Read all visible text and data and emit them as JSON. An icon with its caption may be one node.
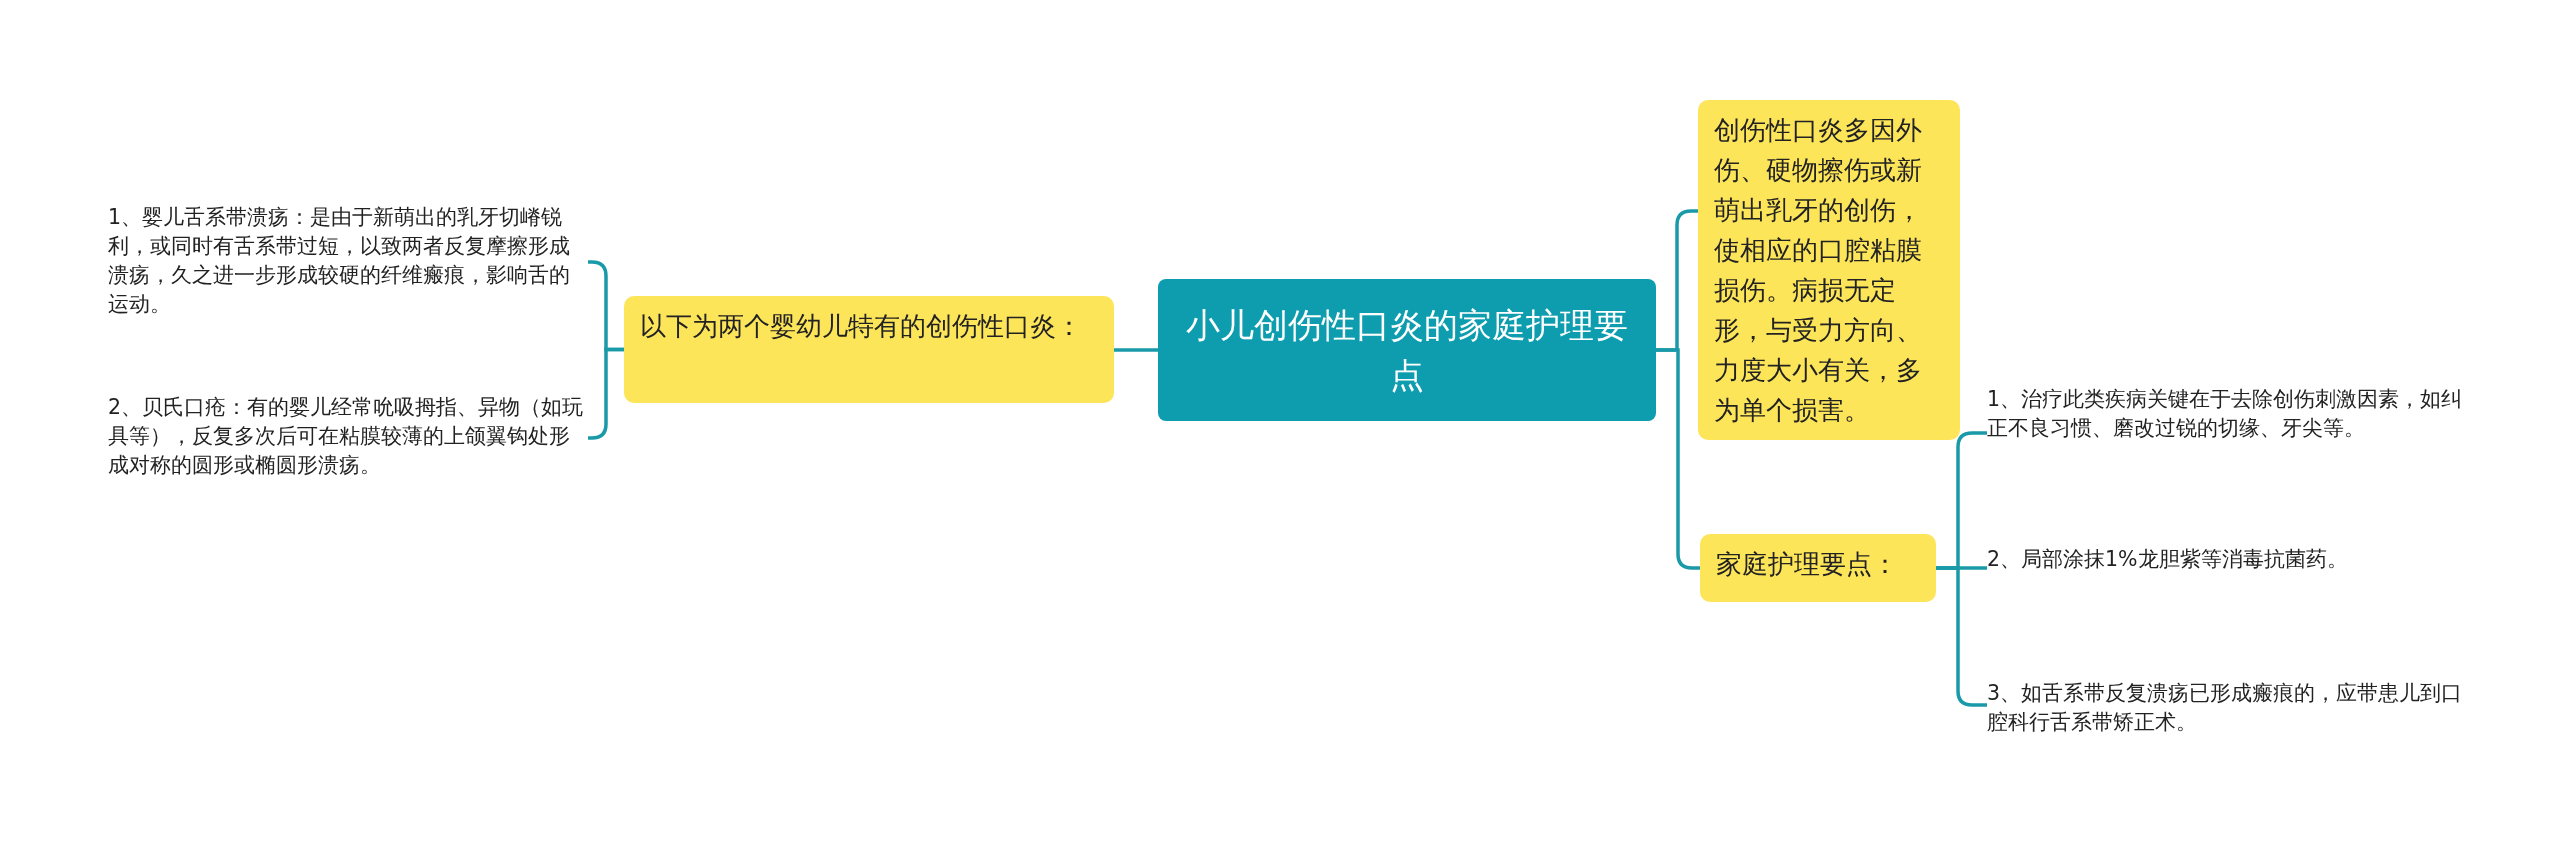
{
  "diagram": {
    "nodes": [
      {
        "text": [
          "小儿创伤性口炎的家庭护理要点"
        ]
      },
      {
        "text": [
          "以下为两个婴幼儿特有的创伤性口炎："
        ]
      },
      {
        "text": [
          "1、婴儿舌系带溃疡：是由于新萌出的乳牙切嵴锐利，或同时有舌系带过短，以致两者反复摩擦形成溃疡，久之进一步形成较硬的纤维瘢痕，影响舌的运动。"
        ]
      },
      {
        "text": [
          "2、贝氏口疮：有的婴儿经常吮吸拇指、异物（如玩具等），反复多次后可在粘膜较薄的上颌翼钩处形成对称的圆形或椭圆形溃疡。"
        ]
      },
      {
        "text": [
          "创伤性口炎多因外伤、硬物擦伤或新萌出乳牙的创伤，使相应的口腔粘膜损伤。病损无定形，与受力方向、力度大小有关，多为单个损害。"
        ]
      },
      {
        "text": [
          "家庭护理要点："
        ]
      },
      {
        "text": [
          "1、治疗此类疾病关键在于去除创伤刺激因素，如纠正不良习惯、磨改过锐的切缘、牙尖等。"
        ]
      },
      {
        "text": [
          "2、局部涂抹1%龙胆紫等消毒抗菌药。"
        ]
      },
      {
        "text": [
          "3、如舌系带反复溃疡已形成瘢痕的，应带患儿到口腔科行舌系带矫正术。"
        ]
      }
    ],
    "edges": [
      {
        "from": 0,
        "to": 1,
        "arrow": "none"
      },
      {
        "from": 1,
        "to": 2,
        "arrow": "none"
      },
      {
        "from": 1,
        "to": 3,
        "arrow": "none"
      },
      {
        "from": 0,
        "to": 4,
        "arrow": "none"
      },
      {
        "from": 0,
        "to": 5,
        "arrow": "none"
      },
      {
        "from": 5,
        "to": 6,
        "arrow": "none"
      },
      {
        "from": 5,
        "to": 7,
        "arrow": "none"
      },
      {
        "from": 5,
        "to": 8,
        "arrow": "none"
      }
    ]
  }
}
